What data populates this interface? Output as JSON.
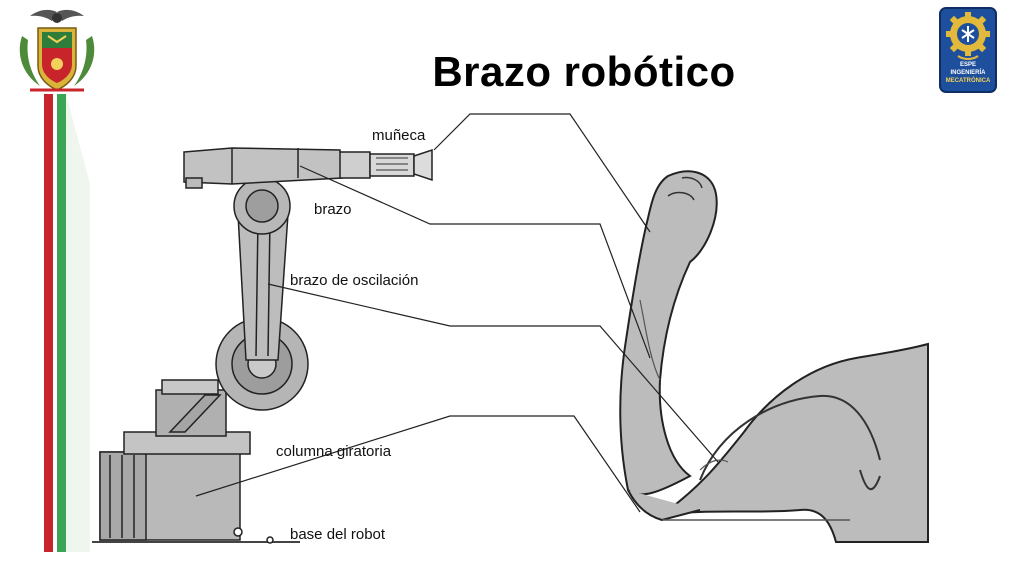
{
  "slide": {
    "title": "Brazo robótico"
  },
  "logo_right": {
    "line1": "ESPE",
    "line2": "INGENIERÍA",
    "line3": "MECATRÓNICA"
  },
  "labels": {
    "muneca": "muñeca",
    "brazo": "brazo",
    "brazo_oscilacion": "brazo de oscilación",
    "columna": "columna giratoria",
    "base": "base del robot"
  },
  "colors": {
    "stripe_red": "#c8242b",
    "stripe_green": "#3aa655",
    "metal": "#b9b9b9",
    "skin": "#bcbcbc",
    "logo_blue": "#1e4f9c"
  }
}
